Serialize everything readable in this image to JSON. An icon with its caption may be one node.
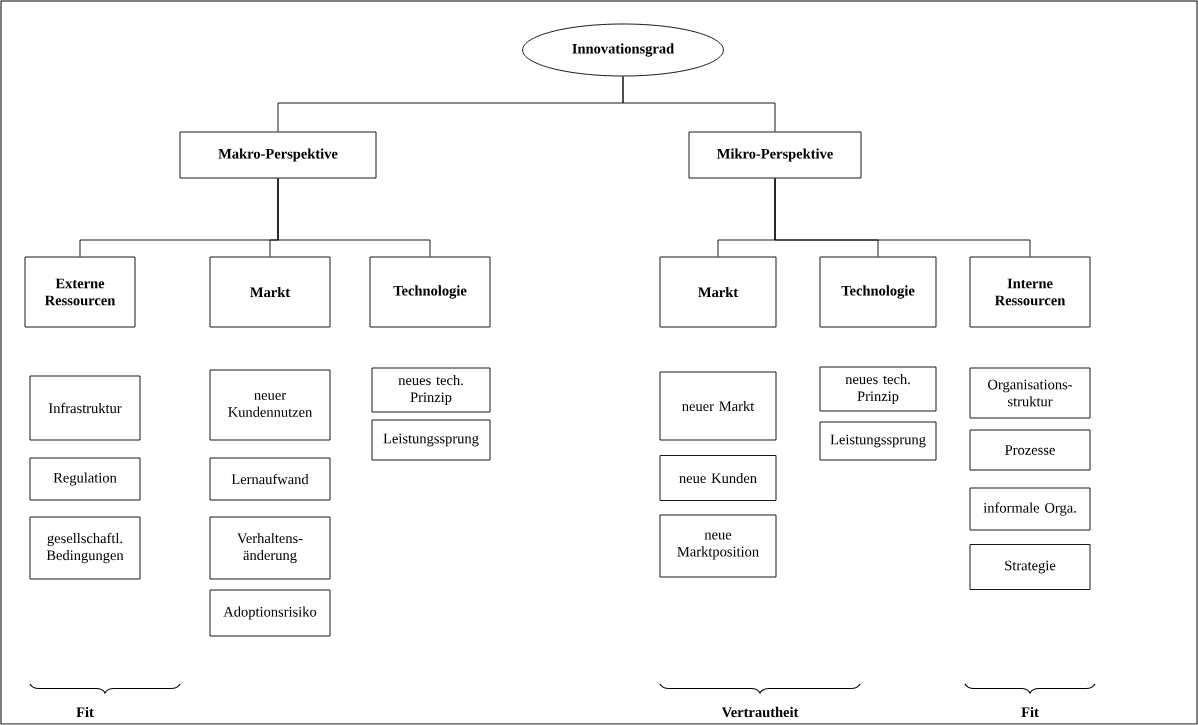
{
  "diagram": {
    "nodes": [
      {
        "text": [
          "Innovationsgrad"
        ]
      },
      {
        "text": [
          "Makro-Perspektive"
        ]
      },
      {
        "text": [
          "Mikro-Perspektive"
        ]
      },
      {
        "text": [
          "Externe Ressourcen"
        ]
      },
      {
        "text": [
          "Markt"
        ]
      },
      {
        "text": [
          "Technologie"
        ]
      },
      {
        "text": [
          "Markt"
        ]
      },
      {
        "text": [
          "Technologie"
        ]
      },
      {
        "text": [
          "Interne Ressourcen"
        ]
      },
      {
        "text": [
          "Infrastruktur"
        ]
      },
      {
        "text": [
          "Regulation"
        ]
      },
      {
        "text": [
          "gesellschaftl. Bedingungen"
        ]
      },
      {
        "text": [
          "neuer Kundennutzen"
        ]
      },
      {
        "text": [
          "Lernaufwand"
        ]
      },
      {
        "text": [
          "Verhaltens- änderung"
        ]
      },
      {
        "text": [
          "Adoptionsrisiko"
        ]
      },
      {
        "text": [
          "neues tech. Prinzip"
        ]
      },
      {
        "text": [
          "Leistungssprung"
        ]
      },
      {
        "text": [
          "neuer Markt"
        ]
      },
      {
        "text": [
          "neue Kunden"
        ]
      },
      {
        "text": [
          "neue Marktposition"
        ]
      },
      {
        "text": [
          "neues tech. Prinzip"
        ]
      },
      {
        "text": [
          "Leistungssprung"
        ]
      },
      {
        "text": [
          "Organisations- struktur"
        ]
      },
      {
        "text": [
          "Prozesse"
        ]
      },
      {
        "text": [
          "informale Orga."
        ]
      },
      {
        "text": [
          "Strategie"
        ]
      }
    ],
    "edges": [
      {
        "from": 0,
        "to": 1,
        "arrow": "none"
      },
      {
        "from": 0,
        "to": 2,
        "arrow": "none"
      },
      {
        "from": 1,
        "to": 3,
        "arrow": "none"
      },
      {
        "from": 1,
        "to": 4,
        "arrow": "none"
      },
      {
        "from": 1,
        "to": 5,
        "arrow": "none"
      },
      {
        "from": 2,
        "to": 6,
        "arrow": "none"
      },
      {
        "from": 2,
        "to": 7,
        "arrow": "none"
      },
      {
        "from": 2,
        "to": 8,
        "arrow": "none"
      }
    ],
    "labels": [
      "Fit",
      "Vertrautheit",
      "Fit"
    ]
  }
}
